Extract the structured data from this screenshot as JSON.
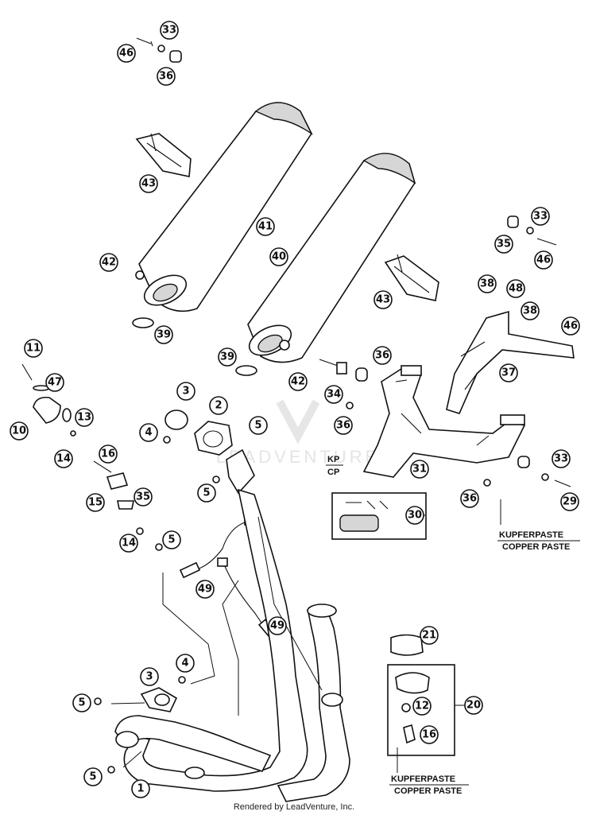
{
  "callouts": [
    {
      "label": "33"
    },
    {
      "label": "46"
    },
    {
      "label": "36"
    },
    {
      "label": "43"
    },
    {
      "label": "41"
    },
    {
      "label": "42"
    },
    {
      "label": "40"
    },
    {
      "label": "39"
    },
    {
      "label": "33"
    },
    {
      "label": "35"
    },
    {
      "label": "46"
    },
    {
      "label": "38"
    },
    {
      "label": "48"
    },
    {
      "label": "38"
    },
    {
      "label": "46"
    },
    {
      "label": "43"
    },
    {
      "label": "37"
    },
    {
      "label": "11"
    },
    {
      "label": "47"
    },
    {
      "label": "10"
    },
    {
      "label": "13"
    },
    {
      "label": "14"
    },
    {
      "label": "16"
    },
    {
      "label": "15"
    },
    {
      "label": "35"
    },
    {
      "label": "14"
    },
    {
      "label": "5"
    },
    {
      "label": "3"
    },
    {
      "label": "2"
    },
    {
      "label": "4"
    },
    {
      "label": "5"
    },
    {
      "label": "5"
    },
    {
      "label": "39"
    },
    {
      "label": "42"
    },
    {
      "label": "36"
    },
    {
      "label": "34"
    },
    {
      "label": "36"
    },
    {
      "label": "31"
    },
    {
      "label": "30"
    },
    {
      "label": "33"
    },
    {
      "label": "29"
    },
    {
      "label": "36"
    },
    {
      "label": "49"
    },
    {
      "label": "49"
    },
    {
      "label": "21"
    },
    {
      "label": "20"
    },
    {
      "label": "12"
    },
    {
      "label": "16"
    },
    {
      "label": "3"
    },
    {
      "label": "4"
    },
    {
      "label": "5"
    },
    {
      "label": "5"
    },
    {
      "label": "1"
    }
  ],
  "notes": {
    "kp": "KP",
    "cp": "CP",
    "kupferpaste_1": "KUPFERPASTE",
    "copper_paste_1": "COPPER PASTE",
    "kupferpaste_2": "KUPFERPASTE",
    "copper_paste_2": "COPPER PASTE"
  },
  "watermark": "LEADVENTURE",
  "footer": "Rendered by LeadVenture, Inc."
}
